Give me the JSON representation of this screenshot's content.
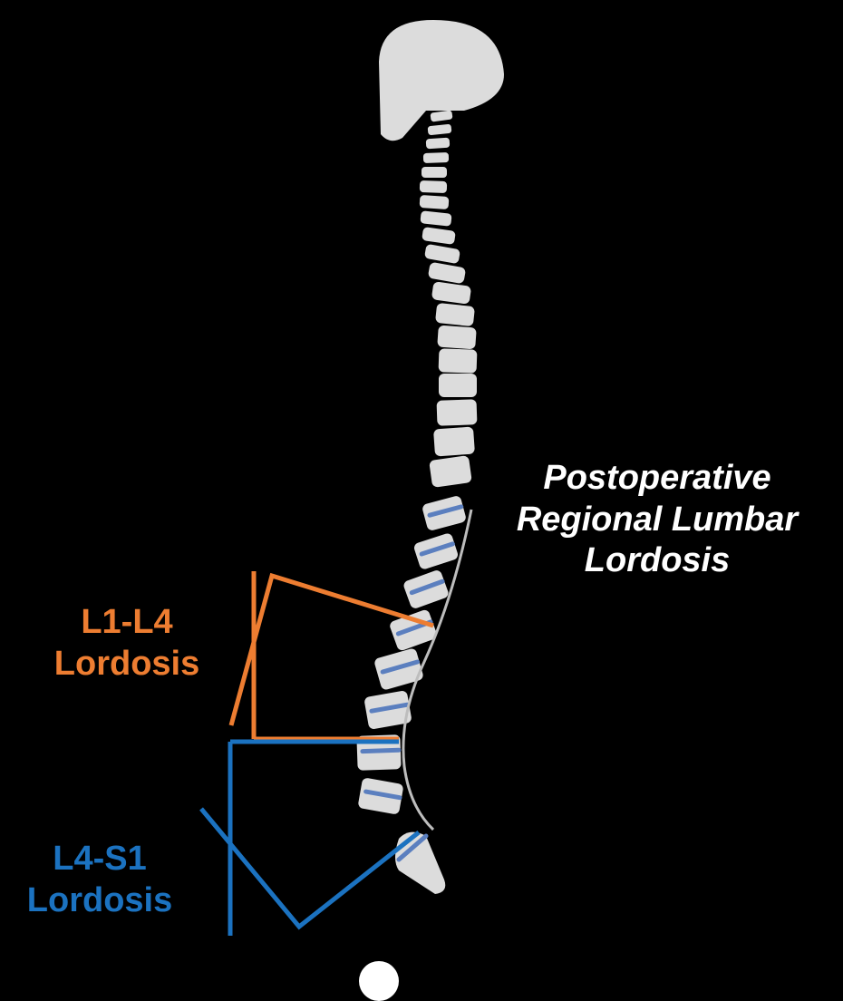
{
  "title": {
    "line1": "Postoperative",
    "line2": "Regional Lumbar",
    "line3": "Lordosis"
  },
  "l1_l4": {
    "line1": "L1-L4",
    "line2": "Lordosis",
    "color": "#ED7D31"
  },
  "l4_s1": {
    "line1": "L4-S1",
    "line2": "Lordosis",
    "color": "#1B72C0"
  },
  "colors": {
    "bone": "#DCDCDC",
    "screw": "#5B7FBF",
    "background": "#000000",
    "rod": "#BDBDBD"
  },
  "icons": [
    "skull-icon",
    "vertebra-icon",
    "sacrum-icon",
    "screw-icon",
    "ball-icon"
  ]
}
